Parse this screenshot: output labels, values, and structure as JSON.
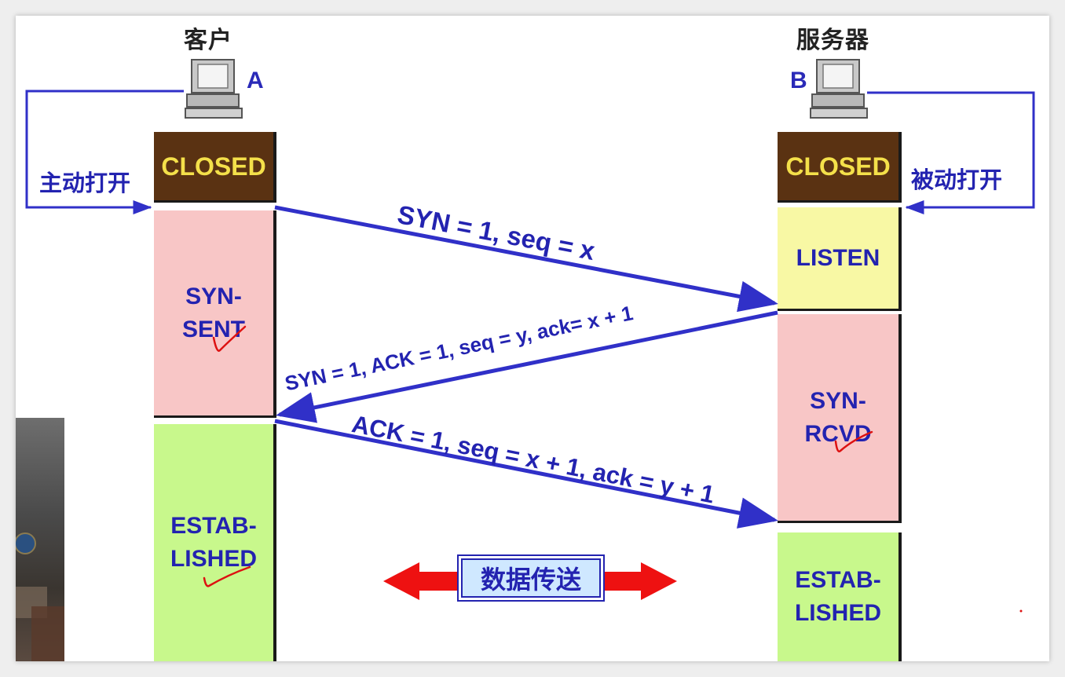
{
  "client": {
    "label": "客户",
    "letter": "A",
    "open_label": "主动打开"
  },
  "server": {
    "label": "服务器",
    "letter": "B",
    "open_label": "被动打开"
  },
  "client_states": [
    "CLOSED",
    "SYN-\nSENT",
    "ESTAB-\nLISHED"
  ],
  "server_states": [
    "CLOSED",
    "LISTEN",
    "SYN-\nRCVD",
    "ESTAB-\nLISHED"
  ],
  "messages": [
    "SYN = 1, seq = x",
    "SYN = 1, ACK = 1, seq = y, ack= x + 1",
    "ACK = 1, seq = x + 1, ack = y + 1"
  ],
  "data_transfer": "数据传送",
  "colors": {
    "arrow": "#3030c8",
    "closed": "#5a3212",
    "closed_text": "#f4e04a",
    "syn_state": "#f8c6c6",
    "listen": "#f8f8a4",
    "established": "#c8f88c",
    "data_arrow": "#ee1111",
    "annotation": "#dd1111"
  },
  "icons": [
    "computer-icon-client",
    "computer-icon-server"
  ]
}
